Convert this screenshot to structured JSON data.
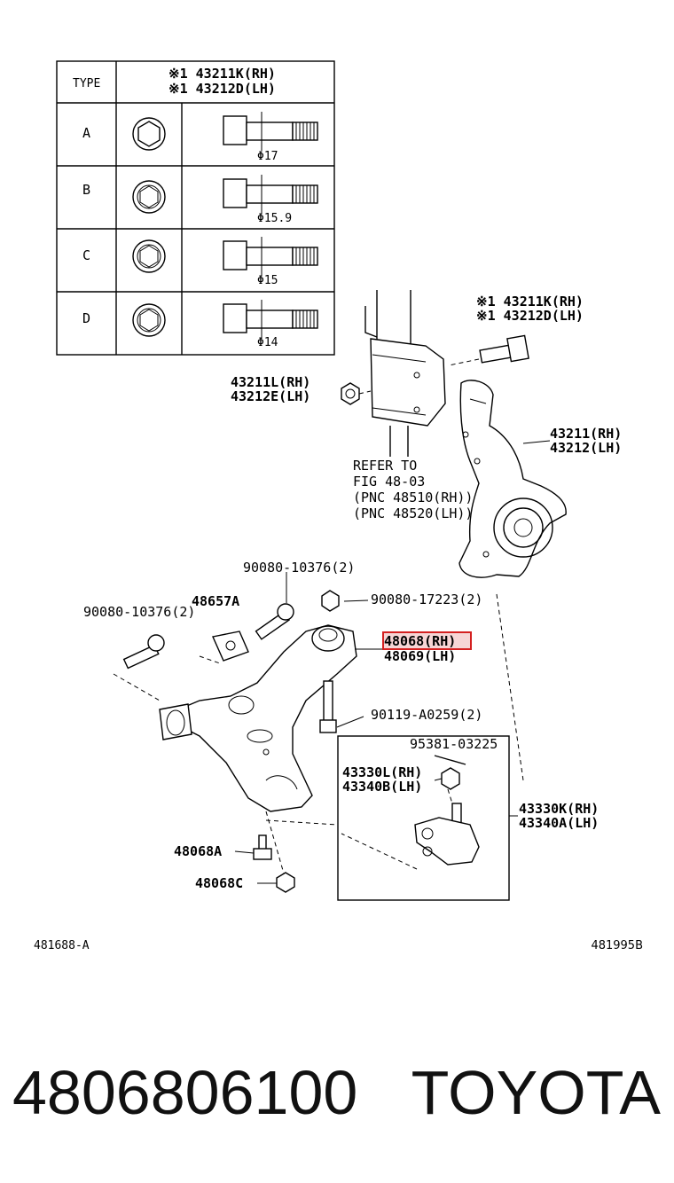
{
  "table": {
    "header_type": "TYPE",
    "header_line1": "※1 43211K(RH)",
    "header_line2": "※1 43212D(LH)",
    "rows": [
      {
        "type": "A",
        "diameter": "Φ17"
      },
      {
        "type": "B",
        "diameter": "Φ15.9"
      },
      {
        "type": "C",
        "diameter": "Φ15"
      },
      {
        "type": "D",
        "diameter": "Φ14"
      }
    ]
  },
  "labels": {
    "bolt_top_rh": "※1 43211K(RH)",
    "bolt_top_lh": "※1 43212D(LH)",
    "nut_rh": "43211L(RH)",
    "nut_lh": "43212E(LH)",
    "knuckle_rh": "43211(RH)",
    "knuckle_lh": "43212(LH)",
    "refer_1": "REFER TO",
    "refer_2": "FIG 48-03",
    "refer_3": "(PNC 48510(RH))",
    "refer_4": "(PNC 48520(LH))",
    "bolt_a": "90080-10376(2)",
    "bolt_b": "90080-10376(2)",
    "part_48657a": "48657A",
    "nut_b": "90080-17223(2)",
    "arm_rh": "48068(RH)",
    "arm_lh": "48069(LH)",
    "bolt_c": "90119-A0259(2)",
    "pin": "95381-03225",
    "nut_c_rh": "43330L(RH)",
    "nut_c_lh": "43340B(LH)",
    "joint_rh": "43330K(RH)",
    "joint_lh": "43340A(LH)",
    "part_48068a": "48068A",
    "part_48068c": "48068C",
    "fig_left": "481688-A",
    "fig_right": "481995B"
  },
  "footer": {
    "part_number": "4806806100",
    "brand": "TOYOTA"
  },
  "highlight_color": "#d42020"
}
